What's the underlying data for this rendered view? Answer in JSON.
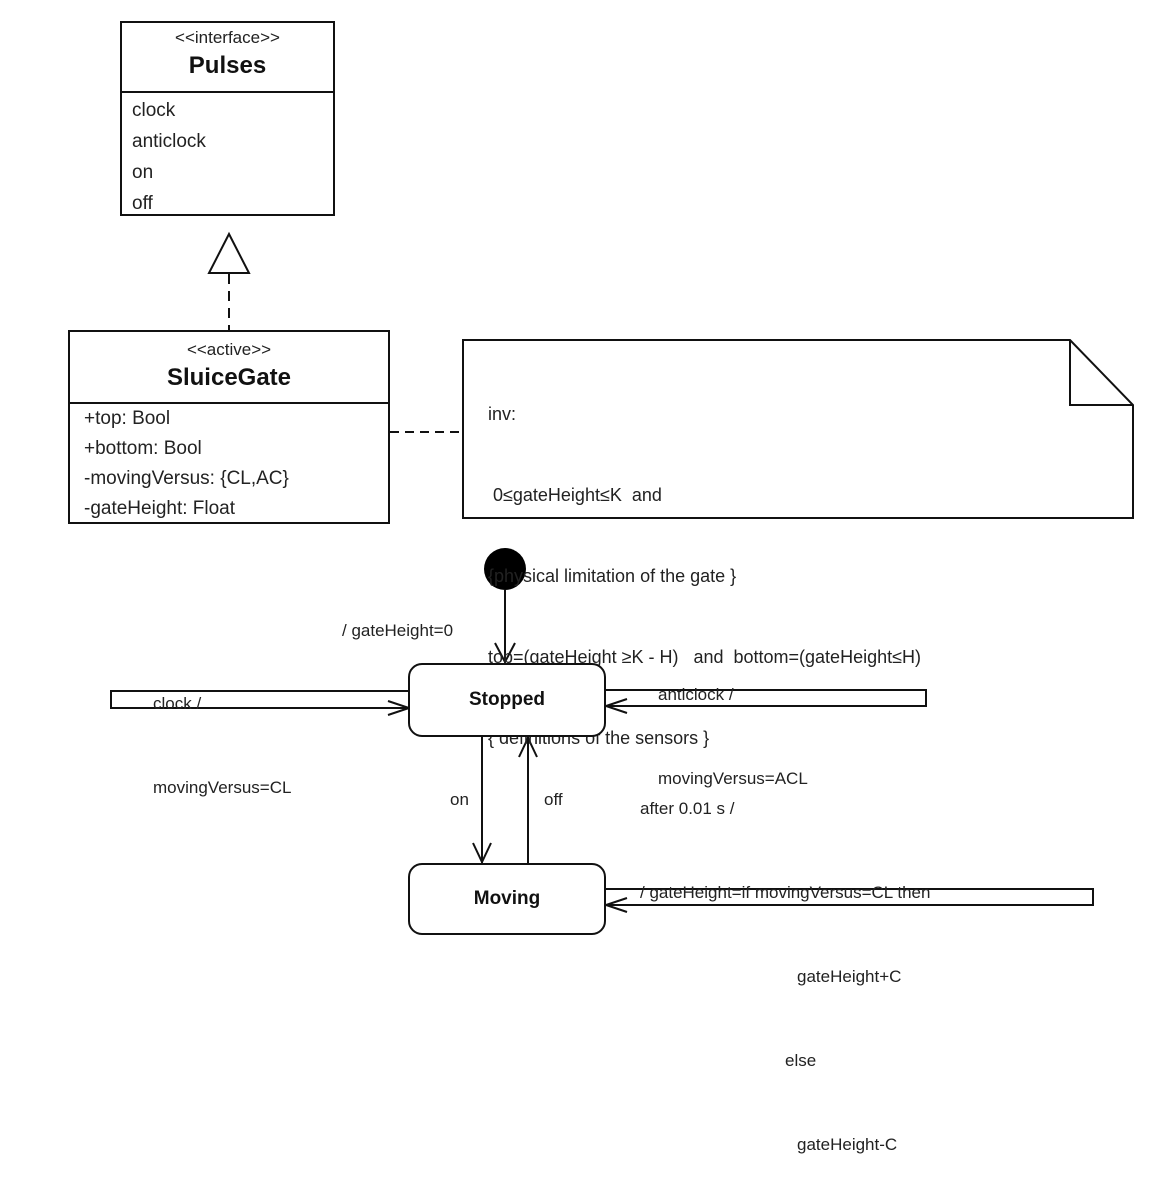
{
  "class_diagram": {
    "interface": {
      "stereotype": "<<interface>>",
      "name": "Pulses",
      "operations": [
        "clock",
        "anticlock",
        "on",
        "off"
      ]
    },
    "active_class": {
      "stereotype": "<<active>>",
      "name": "SluiceGate",
      "attributes": [
        "+top: Bool",
        "+bottom: Bool",
        "-movingVersus: {CL,AC}",
        "-gateHeight: Float"
      ]
    },
    "relationship": "realization",
    "note": {
      "lines": [
        "inv:",
        " 0≤gateHeight≤K  and",
        "{physical limitation of the gate }",
        "top=(gateHeight ≥K - H)   and  bottom=(gateHeight≤H)",
        "{ definitions of the sensors }"
      ]
    }
  },
  "state_machine": {
    "states": [
      {
        "name": "Stopped"
      },
      {
        "name": "Moving"
      }
    ],
    "transitions": {
      "initial": "/ gateHeight=0",
      "clock": [
        "clock /",
        "movingVersus=CL"
      ],
      "anticlock": [
        "anticlock /",
        "movingVersus=ACL"
      ],
      "on": "on",
      "off": "off",
      "after": [
        "after 0.01 s /",
        "/ gateHeight=if movingVersus=CL then",
        "gateHeight+C",
        "else",
        "gateHeight-C"
      ]
    }
  }
}
